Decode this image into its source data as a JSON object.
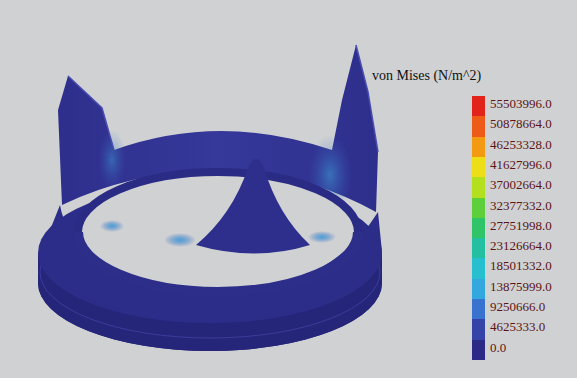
{
  "diagram": {
    "labels": [
      "von Mises (N/m^2)"
    ],
    "legend": [
      {
        "text": "55503996.0",
        "color": "#e2231a"
      },
      {
        "text": "50878664.0",
        "color": "#ee5a17"
      },
      {
        "text": "46253328.0",
        "color": "#f39a12"
      },
      {
        "text": "41627996.0",
        "color": "#ecdf17"
      },
      {
        "text": "37002664.0",
        "color": "#b2df1e"
      },
      {
        "text": "32377332.0",
        "color": "#5ccf3a"
      },
      {
        "text": "27751998.0",
        "color": "#2fc468"
      },
      {
        "text": "23126664.0",
        "color": "#22c0a0"
      },
      {
        "text": "18501332.0",
        "color": "#25bfd0"
      },
      {
        "text": "13875999.0",
        "color": "#33a8df"
      },
      {
        "text": "9250666.0",
        "color": "#3773cf"
      },
      {
        "text": "4625333.0",
        "color": "#3343a8"
      },
      {
        "text": "0.0",
        "color": "#2a2a86"
      }
    ]
  }
}
